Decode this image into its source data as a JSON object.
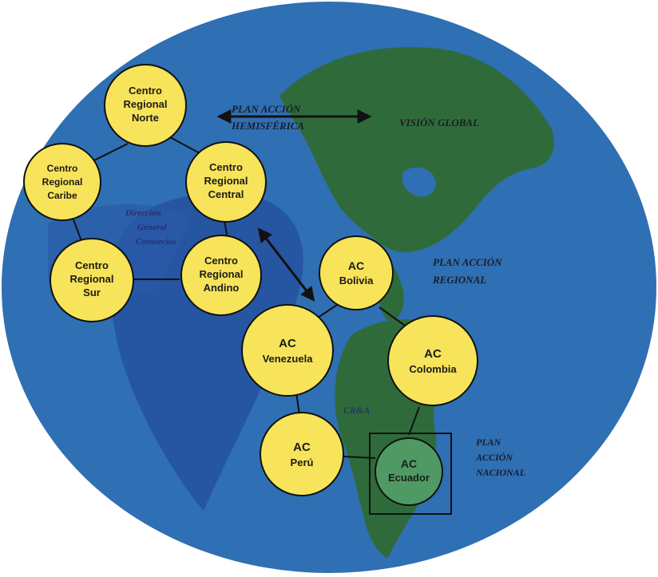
{
  "colors": {
    "ocean": "#2f6fb3",
    "ocean_dark": "#1f3f8f",
    "land": "#2f6b3a",
    "node_yellow": "#f7e45a",
    "node_green": "#4f9a64",
    "edge": "#111111"
  },
  "nodes": {
    "norte": [
      "Centro",
      "Regional",
      "Norte"
    ],
    "caribe": [
      "Centro",
      "Regional",
      "Caribe"
    ],
    "central": [
      "Centro",
      "Regional",
      "Central"
    ],
    "sur": [
      "Centro",
      "Regional",
      "Sur"
    ],
    "andino": [
      "Centro",
      "Regional",
      "Andino"
    ],
    "bolivia": [
      "AC",
      "Bolivia"
    ],
    "venezuela": [
      "AC",
      "Venezuela"
    ],
    "colombia": [
      "AC",
      "Colombia"
    ],
    "peru": [
      "AC",
      "Perú"
    ],
    "ecuador": [
      "AC",
      "Ecuador"
    ]
  },
  "labels": {
    "plan_hemisferica": [
      "PLAN ACCIÓN",
      "HEMISFÉRICA"
    ],
    "vision_global": "VISIÓN GLOBAL",
    "direccion": [
      "Dirección",
      "General",
      "Consorcios"
    ],
    "plan_regional": [
      "PLAN ACCIÓN",
      "REGIONAL"
    ],
    "creaa": "CR&A",
    "plan_nacional": [
      "PLAN",
      "ACCIÓN",
      "NACIONAL"
    ]
  }
}
